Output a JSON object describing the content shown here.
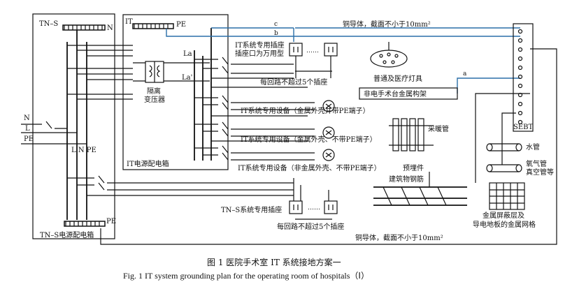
{
  "labels": {
    "tn_s": "TN–S",
    "n_top": "N",
    "it": "IT",
    "pe_top": "PE",
    "c": "c",
    "b": "b",
    "a": "a",
    "copper_top": "铜导体，截面不小于10mm²",
    "copper_bottom": "铜导体，截面不小于10mm²",
    "it_socket_1": "IT系统专用插座",
    "it_socket_2": "插座口为万用型",
    "five_sockets_top": "每回路不超过5个插座",
    "five_sockets_bottom": "每回路不超过5个插座",
    "la": "La",
    "la_prime": "La'",
    "iso_1": "隔离",
    "iso_2": "变压器",
    "dev1": "IT系统专用设备（金属外壳并带PE端子）",
    "dev2": "IT系统专用设备（金属外壳、不带PE端子）",
    "dev3": "IT系统专用设备（非金属外壳、不带PE端子）",
    "it_box": "IT电源配电箱",
    "n_in": "N",
    "l_in": "L",
    "pe_in": "PE",
    "l_n_pe": "L  N  PE",
    "lamp": "普通及医疗灯具",
    "frame": "非电手术台金属构架",
    "heater": "采暖管",
    "sebt": "SEBT",
    "water": "水管",
    "gas_1": "氧气管",
    "gas_2": "真空管等",
    "embed": "预埋件",
    "rebar": "建筑物钢筋",
    "mesh_1": "金属屏蔽层及",
    "mesh_2": "导电地板的金属网格",
    "tn_socket": "TN–S系统专用插座",
    "pe_bottom": "PE",
    "tn_box": "TN–S电源配电箱",
    "dots": "……"
  },
  "caption": {
    "cn": "图 1    医院手术室 IT 系统接地方案一",
    "en": "Fig. 1    IT system grounding plan for the operating room of hospitals（Ⅰ）"
  },
  "colors": {
    "blue": "#2a6fa8",
    "black": "#111111"
  }
}
